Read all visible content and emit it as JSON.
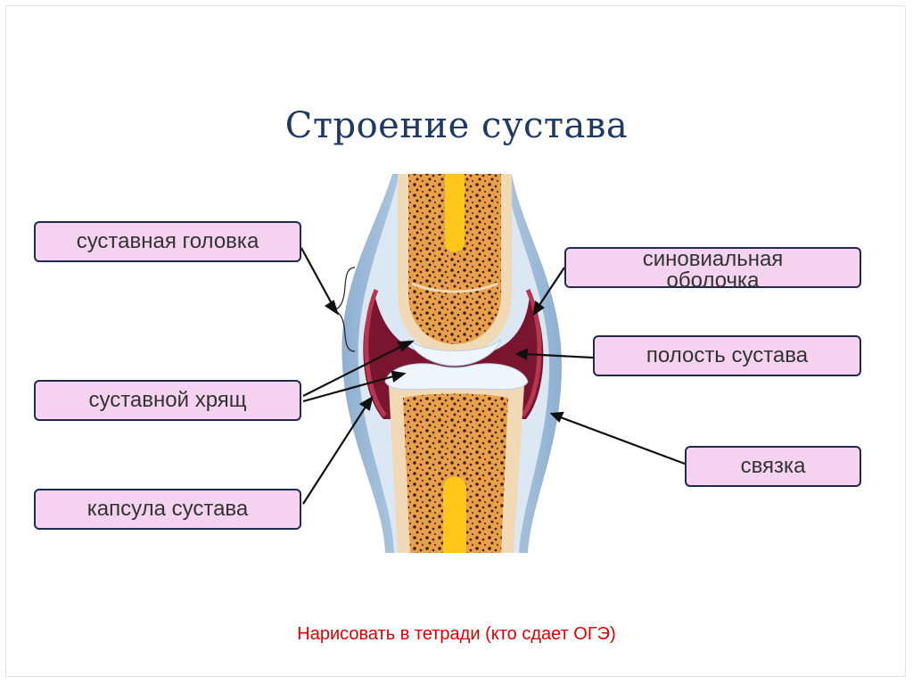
{
  "title": "Строение сустава",
  "labels": {
    "articular_head": "суставная головка",
    "articular_cartilage": "суставной хрящ",
    "joint_capsule": "капсула сустава",
    "synovial_membrane": "синовиальная\nоболочка",
    "joint_cavity": "полость сустава",
    "ligament": "связка"
  },
  "note": "Нарисовать в тетради (кто сдает ОГЭ)",
  "colors": {
    "title": "#1f3864",
    "label_fill": "#f4d2f0",
    "label_border": "#1f2b4a",
    "note": "#e00000",
    "bone_spongy": "#e8a04a",
    "bone_outer": "#f2d9b6",
    "marrow": "#ffc61a",
    "cartilage": "#dcecf6",
    "capsule": "#a9c3dd",
    "cavity": "#7a1530"
  }
}
